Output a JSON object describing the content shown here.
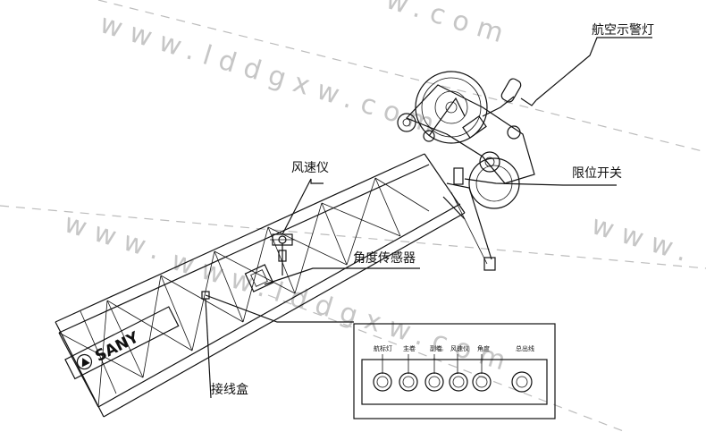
{
  "watermark": {
    "text_1": "www.lddgxw.com",
    "text_2": "www.lddgxw.com",
    "text_3": "www.",
    "text_4": "w.com"
  },
  "brand": {
    "logo_text": "SANY"
  },
  "labels": {
    "aviation_warning_light": "航空示警灯",
    "limit_switch": "限位开关",
    "anemometer": "风速仪",
    "angle_sensor": "角度传感器",
    "junction_box": "接线盒"
  },
  "junction_box": {
    "ports": [
      "航标灯",
      "主卷",
      "副卷",
      "风速仪",
      "角度",
      "",
      "总出线"
    ]
  }
}
